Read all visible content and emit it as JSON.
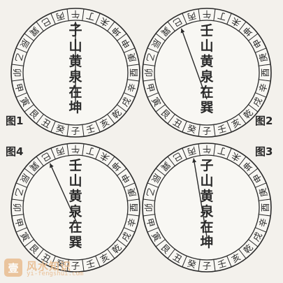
{
  "ring_labels": [
    "子",
    "癸",
    "丑",
    "艮",
    "寅",
    "甲",
    "卯",
    "乙",
    "辰",
    "巽",
    "巳",
    "丙",
    "午",
    "丁",
    "未",
    "坤",
    "申",
    "庚",
    "酉",
    "辛",
    "戌",
    "乾",
    "亥",
    "壬"
  ],
  "figures": [
    {
      "label": "图1",
      "center_text": "子山黄泉在坤"
    },
    {
      "label": "图2",
      "center_text": "壬山黄泉在巽"
    },
    {
      "label": "图3",
      "center_text": "子山黄泉在坤"
    },
    {
      "label": "图4",
      "center_text": "壬山黄泉在巽"
    }
  ],
  "watermark": {
    "seal": "壹",
    "title": "风水知识",
    "url": "yi-fengshui.com"
  },
  "colors": {
    "ink": "#2a2a2a",
    "paper": "#f3f1ec",
    "watermark": "#e9b98a"
  }
}
